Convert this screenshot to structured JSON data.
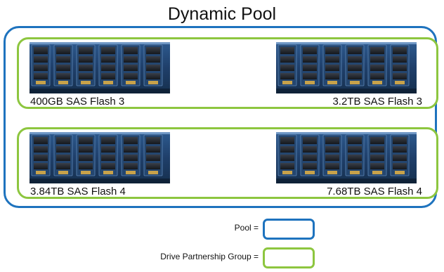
{
  "title": "Dynamic Pool",
  "colors": {
    "pool_border": "#1e73be",
    "group_border": "#8dc63f",
    "module_board": "#1f3f6a"
  },
  "groups": [
    {
      "drives": [
        {
          "label": "400GB SAS Flash 3",
          "icon": "flash-module-icon"
        },
        {
          "label": "3.2TB SAS Flash 3",
          "icon": "flash-module-icon"
        }
      ]
    },
    {
      "drives": [
        {
          "label": "3.84TB SAS Flash 4",
          "icon": "flash-module-icon"
        },
        {
          "label": "7.68TB SAS Flash 4",
          "icon": "flash-module-icon"
        }
      ]
    }
  ],
  "legend": {
    "pool_label": "Pool =",
    "group_label": "Drive Partnership Group ="
  }
}
